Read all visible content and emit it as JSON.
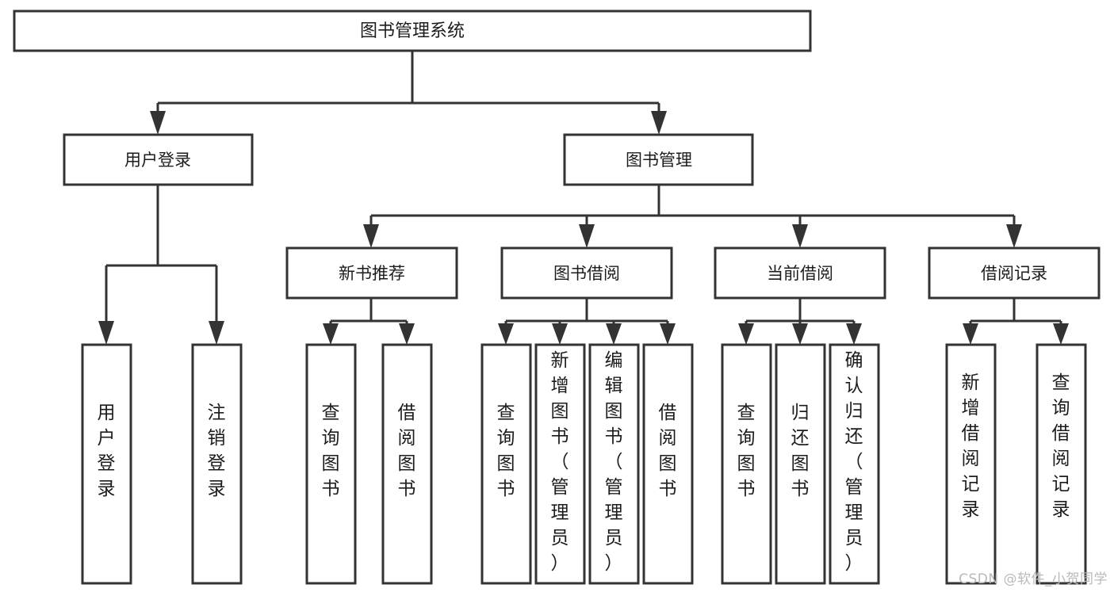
{
  "diagram": {
    "type": "tree",
    "title": "图书管理系统",
    "watermark": "CSDN @软件_小贺同学",
    "colors": {
      "stroke": "#333333",
      "fill": "#ffffff",
      "text": "#1c1c1c",
      "watermark": "#b9b9b9"
    },
    "nodes": {
      "root": {
        "label": "图书管理系统"
      },
      "level2": [
        {
          "id": "user-login",
          "label": "用户登录"
        },
        {
          "id": "book-management",
          "label": "图书管理"
        }
      ],
      "level3": [
        {
          "id": "new-book-recommend",
          "label": "新书推荐"
        },
        {
          "id": "book-borrow",
          "label": "图书借阅"
        },
        {
          "id": "current-borrow",
          "label": "当前借阅"
        },
        {
          "id": "borrow-record",
          "label": "借阅记录"
        }
      ],
      "leaves": {
        "user-login": [
          {
            "id": "leaf-user-login",
            "label": "用户登录"
          },
          {
            "id": "leaf-logout-login",
            "label": "注销登录"
          }
        ],
        "new-book-recommend": [
          {
            "id": "leaf-query-book-1",
            "label": "查询图书"
          },
          {
            "id": "leaf-borrow-book-1",
            "label": "借阅图书"
          }
        ],
        "book-borrow": [
          {
            "id": "leaf-query-book-2",
            "label": "查询图书"
          },
          {
            "id": "leaf-add-book",
            "label": "新增图书（管理员）"
          },
          {
            "id": "leaf-edit-book",
            "label": "编辑图书（管理员）"
          },
          {
            "id": "leaf-borrow-book-2",
            "label": "借阅图书"
          }
        ],
        "current-borrow": [
          {
            "id": "leaf-query-book-3",
            "label": "查询图书"
          },
          {
            "id": "leaf-return-book",
            "label": "归还图书"
          },
          {
            "id": "leaf-confirm-return",
            "label": "确认归还（管理员）"
          }
        ],
        "borrow-record": [
          {
            "id": "leaf-add-record",
            "label": "新增借阅记录"
          },
          {
            "id": "leaf-query-record",
            "label": "查询借阅记录"
          }
        ]
      }
    }
  }
}
